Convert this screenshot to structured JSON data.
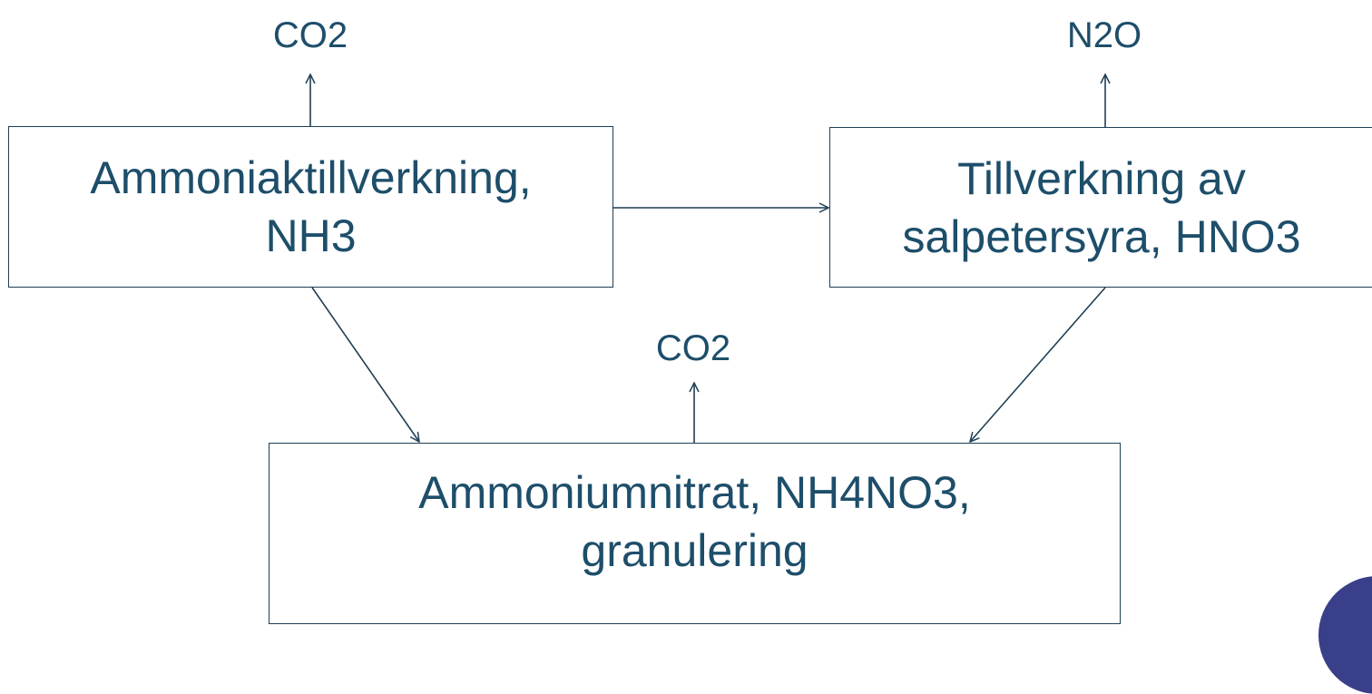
{
  "boxes": {
    "ammonia": {
      "line1": "Ammoniaktillverkning,",
      "line2": "NH3"
    },
    "nitric_acid": {
      "line1": "Tillverkning av",
      "line2": "salpetersyra, HNO3"
    },
    "ammonium_nitrate": {
      "line1": "Ammoniumnitrat, NH4NO3,",
      "line2": "granulering"
    }
  },
  "emissions": {
    "ammonia": "CO2",
    "nitric_acid": "N2O",
    "ammonium_nitrate": "CO2"
  },
  "colors": {
    "text": "#1d4e6a",
    "border": "#1f3f55",
    "logo": "#3a3f8a"
  }
}
